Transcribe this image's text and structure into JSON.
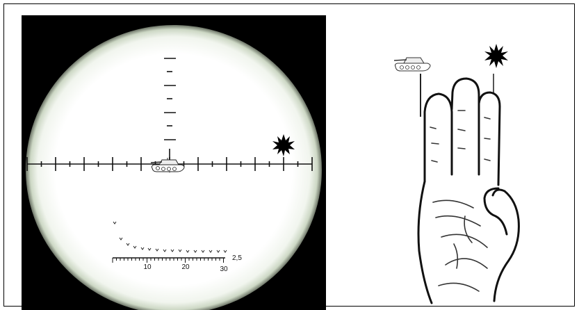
{
  "scope": {
    "range_scale": {
      "labels": [
        "10",
        "20",
        "30"
      ],
      "end_value": "2,5"
    }
  },
  "colors": {
    "frame": "#000000",
    "scope_background": "#000000",
    "lens": "#ffffff",
    "lens_edge_tint": "#dfe8d9",
    "reticle": "#111111"
  },
  "icons": {
    "target": "tank-icon",
    "impact": "explosion-burst-icon",
    "hand": "raised-hand-icon"
  }
}
